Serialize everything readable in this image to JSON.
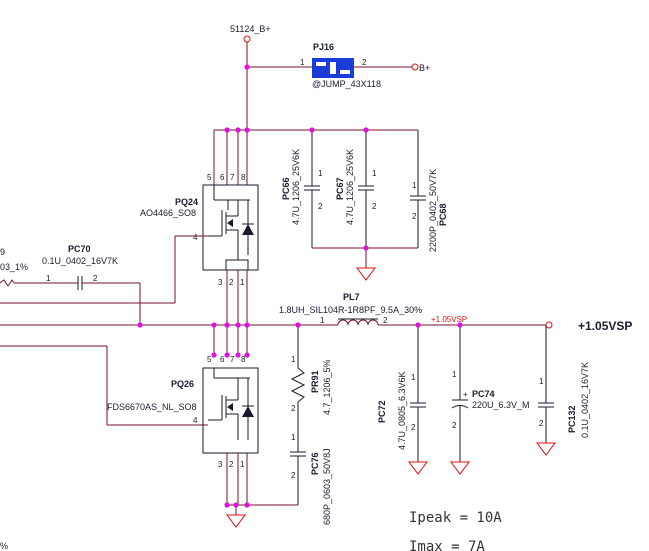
{
  "nets": {
    "top_power": "51124_B+",
    "b_plus": "B+",
    "vsp_red": "+1.05VSP",
    "vsp_out": "+1.05VSP"
  },
  "partial_labels": {
    "left_top_1": "9",
    "left_top_2": "03_1%",
    "left_bottom": "%"
  },
  "components": {
    "pj16": {
      "ref": "PJ16",
      "value": "@JUMP_43X118",
      "pin1": "1",
      "pin2": "2"
    },
    "pc66": {
      "ref": "PC66",
      "value": "4.7U_1206_25V6K",
      "pin1": "1",
      "pin2": "2"
    },
    "pc67": {
      "ref": "PC67",
      "value": "4.7U_1206_25V6K",
      "pin1": "1",
      "pin2": "2"
    },
    "pc68": {
      "ref": "PC68",
      "value": "2200P_0402_50V7K",
      "pin1": "1",
      "pin2": "2"
    },
    "pq24": {
      "ref": "PQ24",
      "value": "AO4466_SO8",
      "pins": [
        "5",
        "6",
        "7",
        "8",
        "4",
        "3",
        "2",
        "1"
      ]
    },
    "pc70": {
      "ref": "PC70",
      "value": "0.1U_0402_16V7K",
      "pin1": "1",
      "pin2": "2"
    },
    "pl7": {
      "ref": "PL7",
      "value": "1.8UH_SIL104R-1R8PF_9.5A_30%",
      "pin1": "1",
      "pin2": "2"
    },
    "pq26": {
      "ref": "PQ26",
      "value": "FDS6670AS_NL_SO8",
      "pins": [
        "5",
        "6",
        "7",
        "8",
        "4",
        "3",
        "2",
        "1"
      ]
    },
    "pr91": {
      "ref": "PR91",
      "value": "4.7_1206_5%",
      "pin1": "1",
      "pin2": "2"
    },
    "pc76": {
      "ref": "PC76",
      "value": "680P_0603_50V8J",
      "pin1": "1",
      "pin2": "2"
    },
    "pc72": {
      "ref": "PC72",
      "value": "4.7U_0805_6.3V6K",
      "pin1": "1",
      "pin2": "2"
    },
    "pc74": {
      "ref": "PC74",
      "value": "220U_6.3V_M",
      "pin1": "1",
      "pin2": "2",
      "plus": "+"
    },
    "pc132": {
      "ref": "PC132",
      "value": "0.1U_0402_16V7K",
      "pin1": "1",
      "pin2": "2"
    }
  },
  "notes": {
    "ipeak": "Ipeak = 10A",
    "imax": "Imax = 7A"
  },
  "colors": {
    "wire": "#7a1030",
    "junction": "#e010e0",
    "ground": "#e01010",
    "jumper": "#1a3cd8",
    "text": "#1a1a2e"
  }
}
